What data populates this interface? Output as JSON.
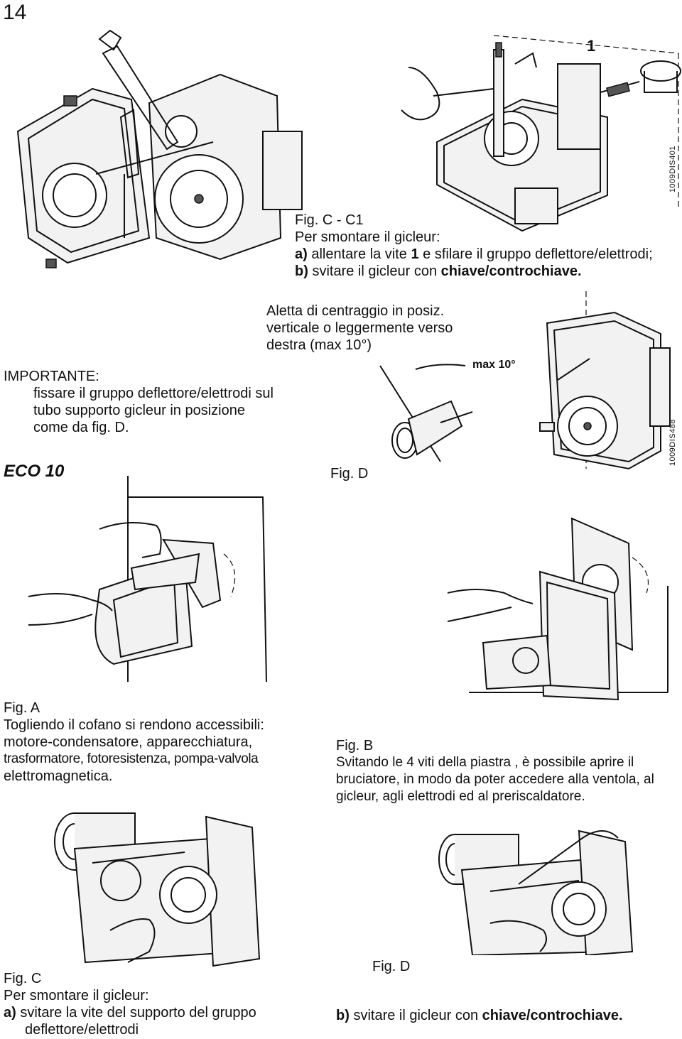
{
  "page_number": "14",
  "fig_c_c1": {
    "title": "Fig. C - C1",
    "intro": "Per smontare il gicleur:",
    "a_label": "a)",
    "a_pre": "allentare la vite",
    "a_num": "1",
    "a_post": "e sfilare il gruppo deflettore/elettrodi;",
    "b_label": "b)",
    "b_pre": "svitare il gicleur con",
    "b_bold": "chiave/controchiave.",
    "callout": "1",
    "code": "1009DIS401"
  },
  "aletta": {
    "line1": "Aletta di centraggio in posiz.",
    "line2": "verticale o leggermente verso",
    "line3": "destra (max 10°)"
  },
  "importante": {
    "heading": "IMPORTANTE:",
    "line1": "fissare il gruppo deflettore/elettrodi sul",
    "line2": "tubo supporto gicleur in posizione",
    "line3": "come da fig. D."
  },
  "eco_label": "ECO 10",
  "fig_d_top": {
    "title": "Fig. D",
    "angle_label": "max 10°",
    "code": "1009DIS488"
  },
  "fig_a": {
    "title": "Fig. A",
    "line1": "Togliendo il cofano si rendono accessibili:",
    "line2": "motore-condensatore, apparecchiatura,",
    "line3": "trasformatore, fotoresistenza, pompa-valvola",
    "line4": "elettromagnetica."
  },
  "fig_b": {
    "title": "Fig. B",
    "line1": "Svitando le 4 viti della piastra , è possibile aprire il",
    "line2": "bruciatore, in modo da poter accedere alla ventola, al",
    "line3": "gicleur, agli elettrodi ed al preriscaldatore."
  },
  "fig_c": {
    "title": "Fig. C",
    "intro": "Per smontare il gicleur:",
    "a_label": "a)",
    "a_line1": "svitare la vite del supporto del gruppo",
    "a_line2": "deflettore/elettrodi"
  },
  "fig_d_bottom": {
    "title": "Fig. D",
    "b_label": "b)",
    "b_pre": "svitare il gicleur con",
    "b_bold": "chiave/controchiave."
  }
}
